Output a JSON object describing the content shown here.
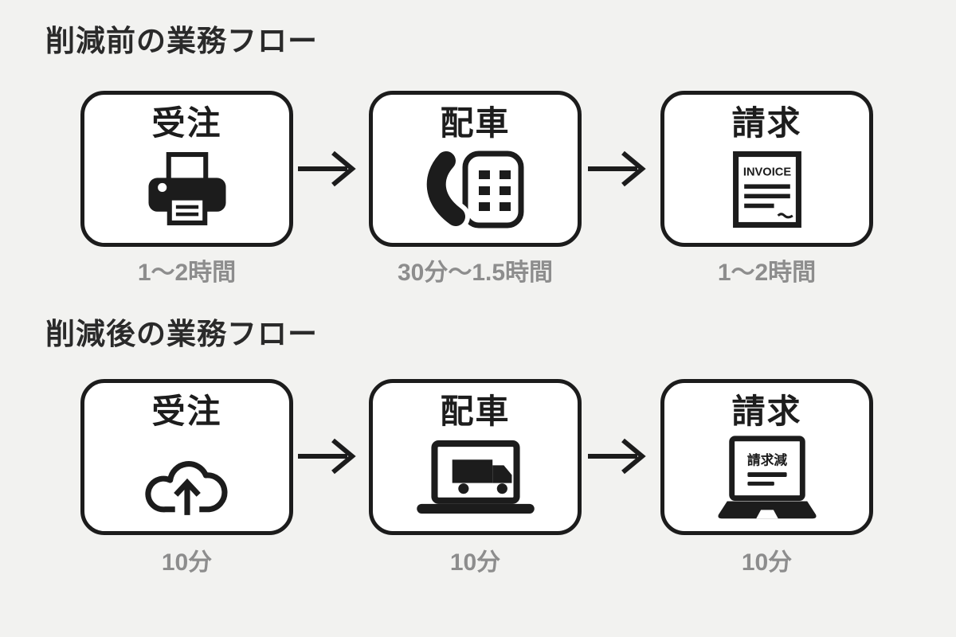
{
  "colors": {
    "background": "#f2f2f0",
    "ink": "#1c1c1c",
    "muted": "#8d8d8d",
    "box_fill": "#ffffff"
  },
  "sections": [
    {
      "title": "削減前の業務フロー",
      "steps": [
        {
          "label": "受注",
          "icon": "fax-printer",
          "duration": "1〜2時間"
        },
        {
          "label": "配車",
          "icon": "phone-keypad",
          "duration": "30分〜1.5時間"
        },
        {
          "label": "請求",
          "icon": "invoice-document",
          "duration": "1〜2時間",
          "document_title": "INVOICE"
        }
      ]
    },
    {
      "title": "削減後の業務フロー",
      "steps": [
        {
          "label": "受注",
          "icon": "cloud-upload",
          "duration": "10分"
        },
        {
          "label": "配車",
          "icon": "laptop-truck",
          "duration": "10分"
        },
        {
          "label": "請求",
          "icon": "laptop-invoice",
          "duration": "10分",
          "screen_title": "請求減"
        }
      ]
    }
  ]
}
